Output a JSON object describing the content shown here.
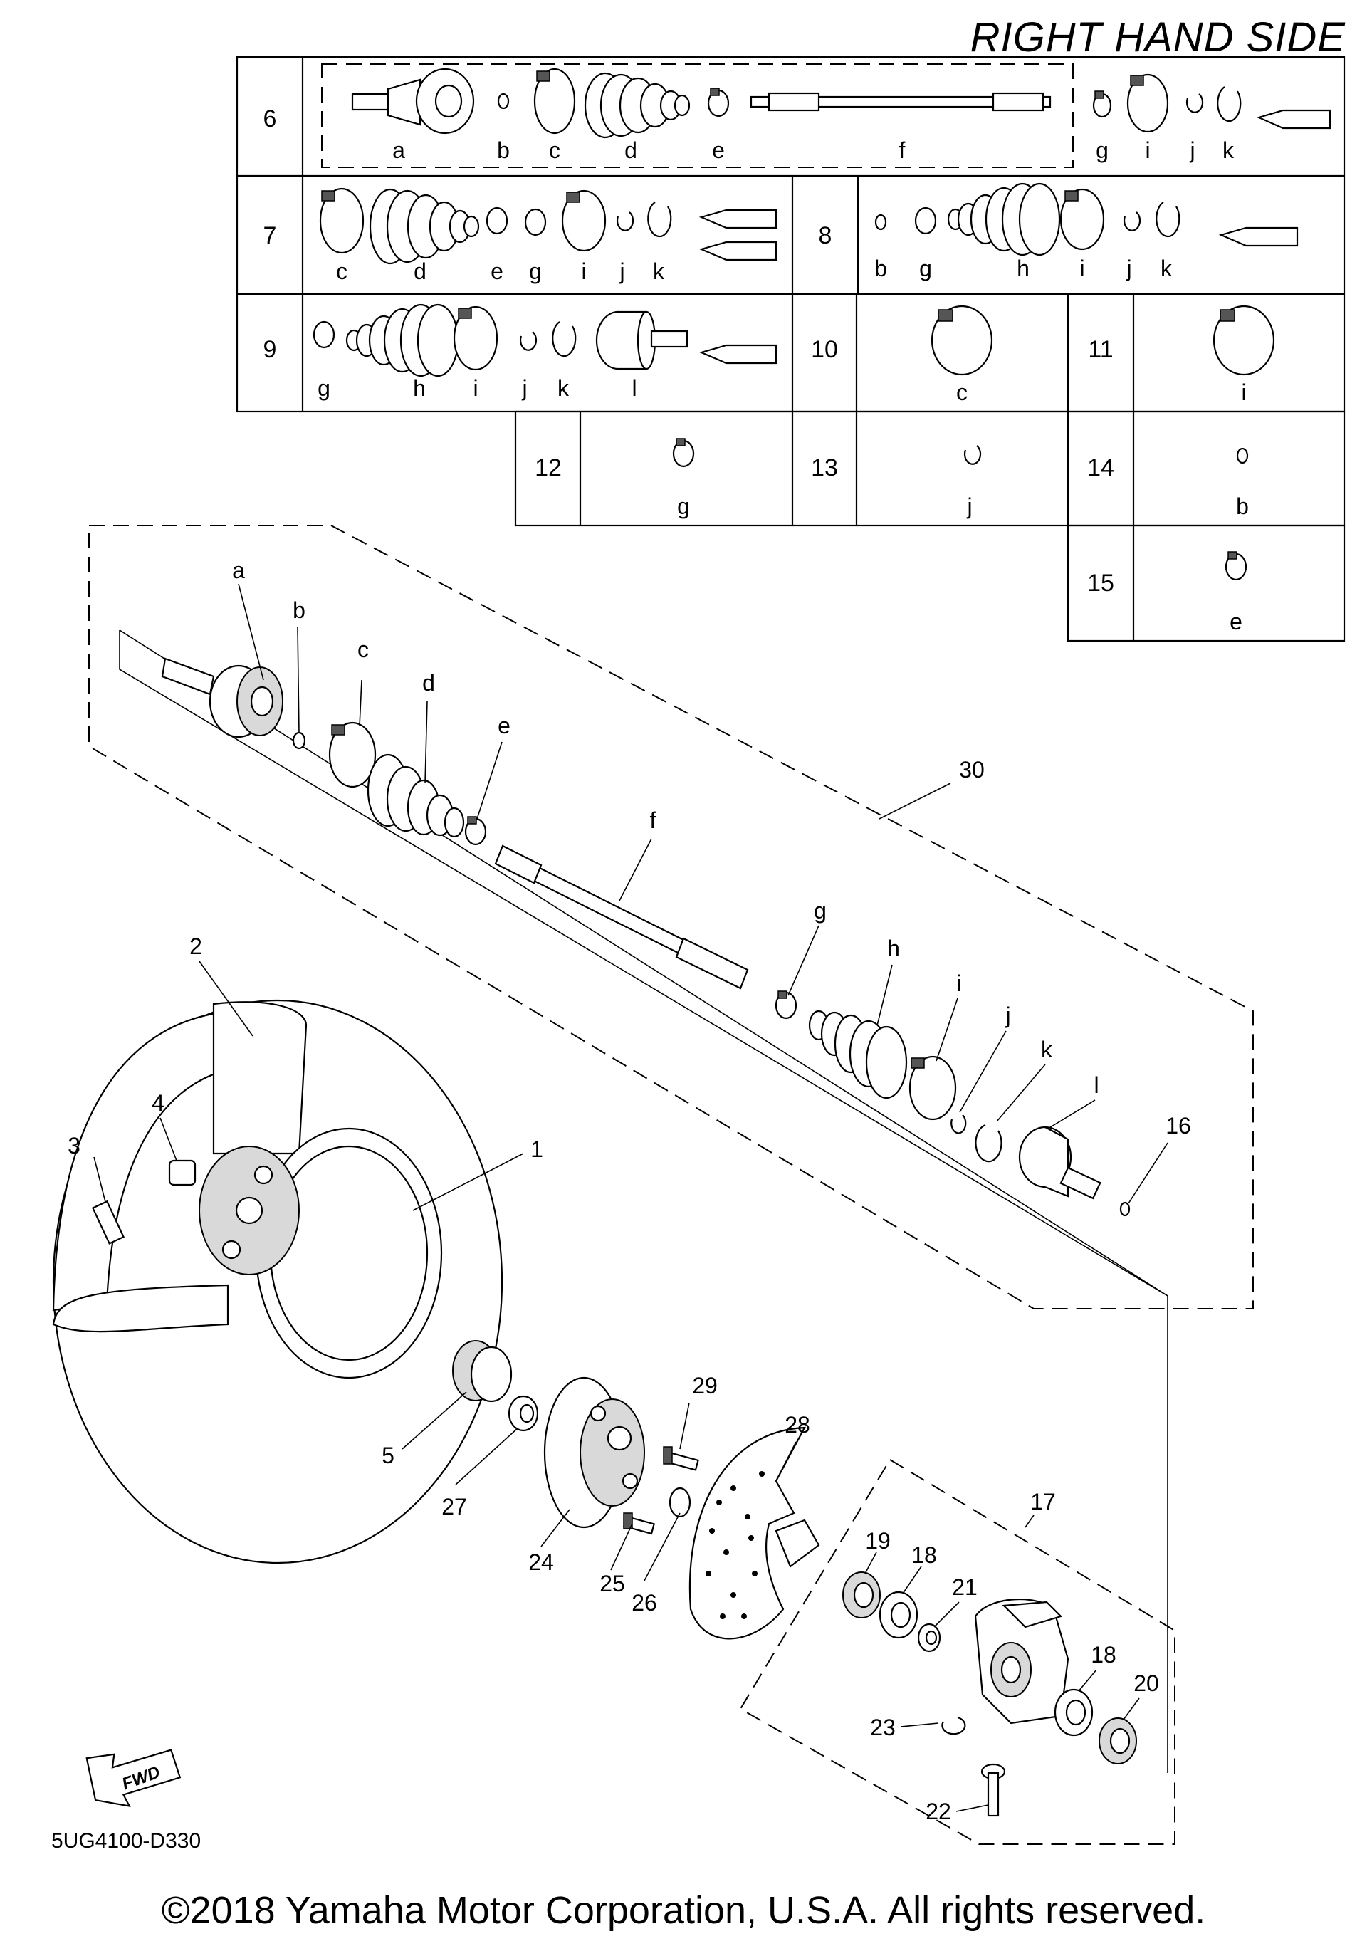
{
  "header": {
    "title": "RIGHT HAND SIDE"
  },
  "kit_table": {
    "rows": [
      {
        "number": "6",
        "parts": [
          "a",
          "b",
          "c",
          "d",
          "e",
          "f",
          "g",
          "i",
          "j",
          "k"
        ]
      },
      {
        "number": "7",
        "parts": [
          "c",
          "d",
          "e",
          "g",
          "i",
          "j",
          "k"
        ]
      },
      {
        "number": "8",
        "parts": [
          "b",
          "g",
          "h",
          "i",
          "j",
          "k"
        ]
      },
      {
        "number": "9",
        "parts": [
          "g",
          "h",
          "i",
          "j",
          "k",
          "l"
        ]
      },
      {
        "number": "10",
        "parts": [
          "c"
        ]
      },
      {
        "number": "11",
        "parts": [
          "i"
        ]
      },
      {
        "number": "12",
        "parts": [
          "g"
        ]
      },
      {
        "number": "13",
        "parts": [
          "j"
        ]
      },
      {
        "number": "14",
        "parts": [
          "b"
        ]
      },
      {
        "number": "15",
        "parts": [
          "e"
        ]
      }
    ]
  },
  "shaft_letters": [
    "a",
    "b",
    "c",
    "d",
    "e",
    "f",
    "g",
    "h",
    "i",
    "j",
    "k",
    "l"
  ],
  "callouts": [
    "1",
    "2",
    "3",
    "4",
    "5",
    "16",
    "17",
    "18",
    "18",
    "19",
    "20",
    "21",
    "22",
    "23",
    "24",
    "25",
    "26",
    "27",
    "28",
    "29",
    "30"
  ],
  "fwd_label": "FWD",
  "drawing_code": "5UG4100-D330",
  "copyright": "©2018 Yamaha Motor Corporation, U.S.A. All rights reserved."
}
